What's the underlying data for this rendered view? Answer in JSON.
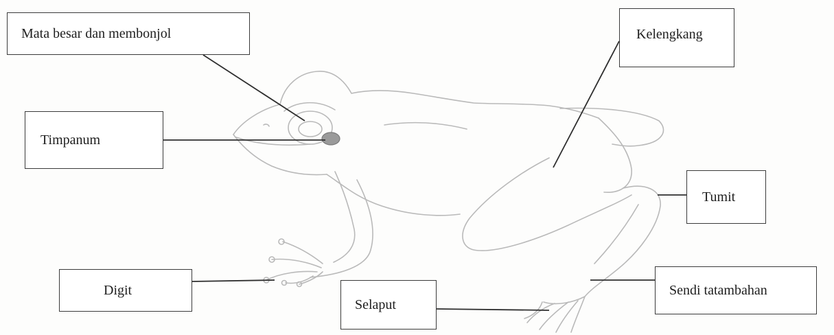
{
  "labels": {
    "eye": "Mata besar dan membonjol",
    "tympanum": "Timpanum",
    "digit": "Digit",
    "web": "Selaput",
    "limb": "Kelengkang",
    "heel": "Tumit",
    "joint": "Sendi tatambahan"
  },
  "colors": {
    "outline": "#b9b9b9",
    "leader": "#2e2e2e",
    "box_border": "#3a3a3a",
    "tympanum_fill": "#9a9a9a"
  }
}
